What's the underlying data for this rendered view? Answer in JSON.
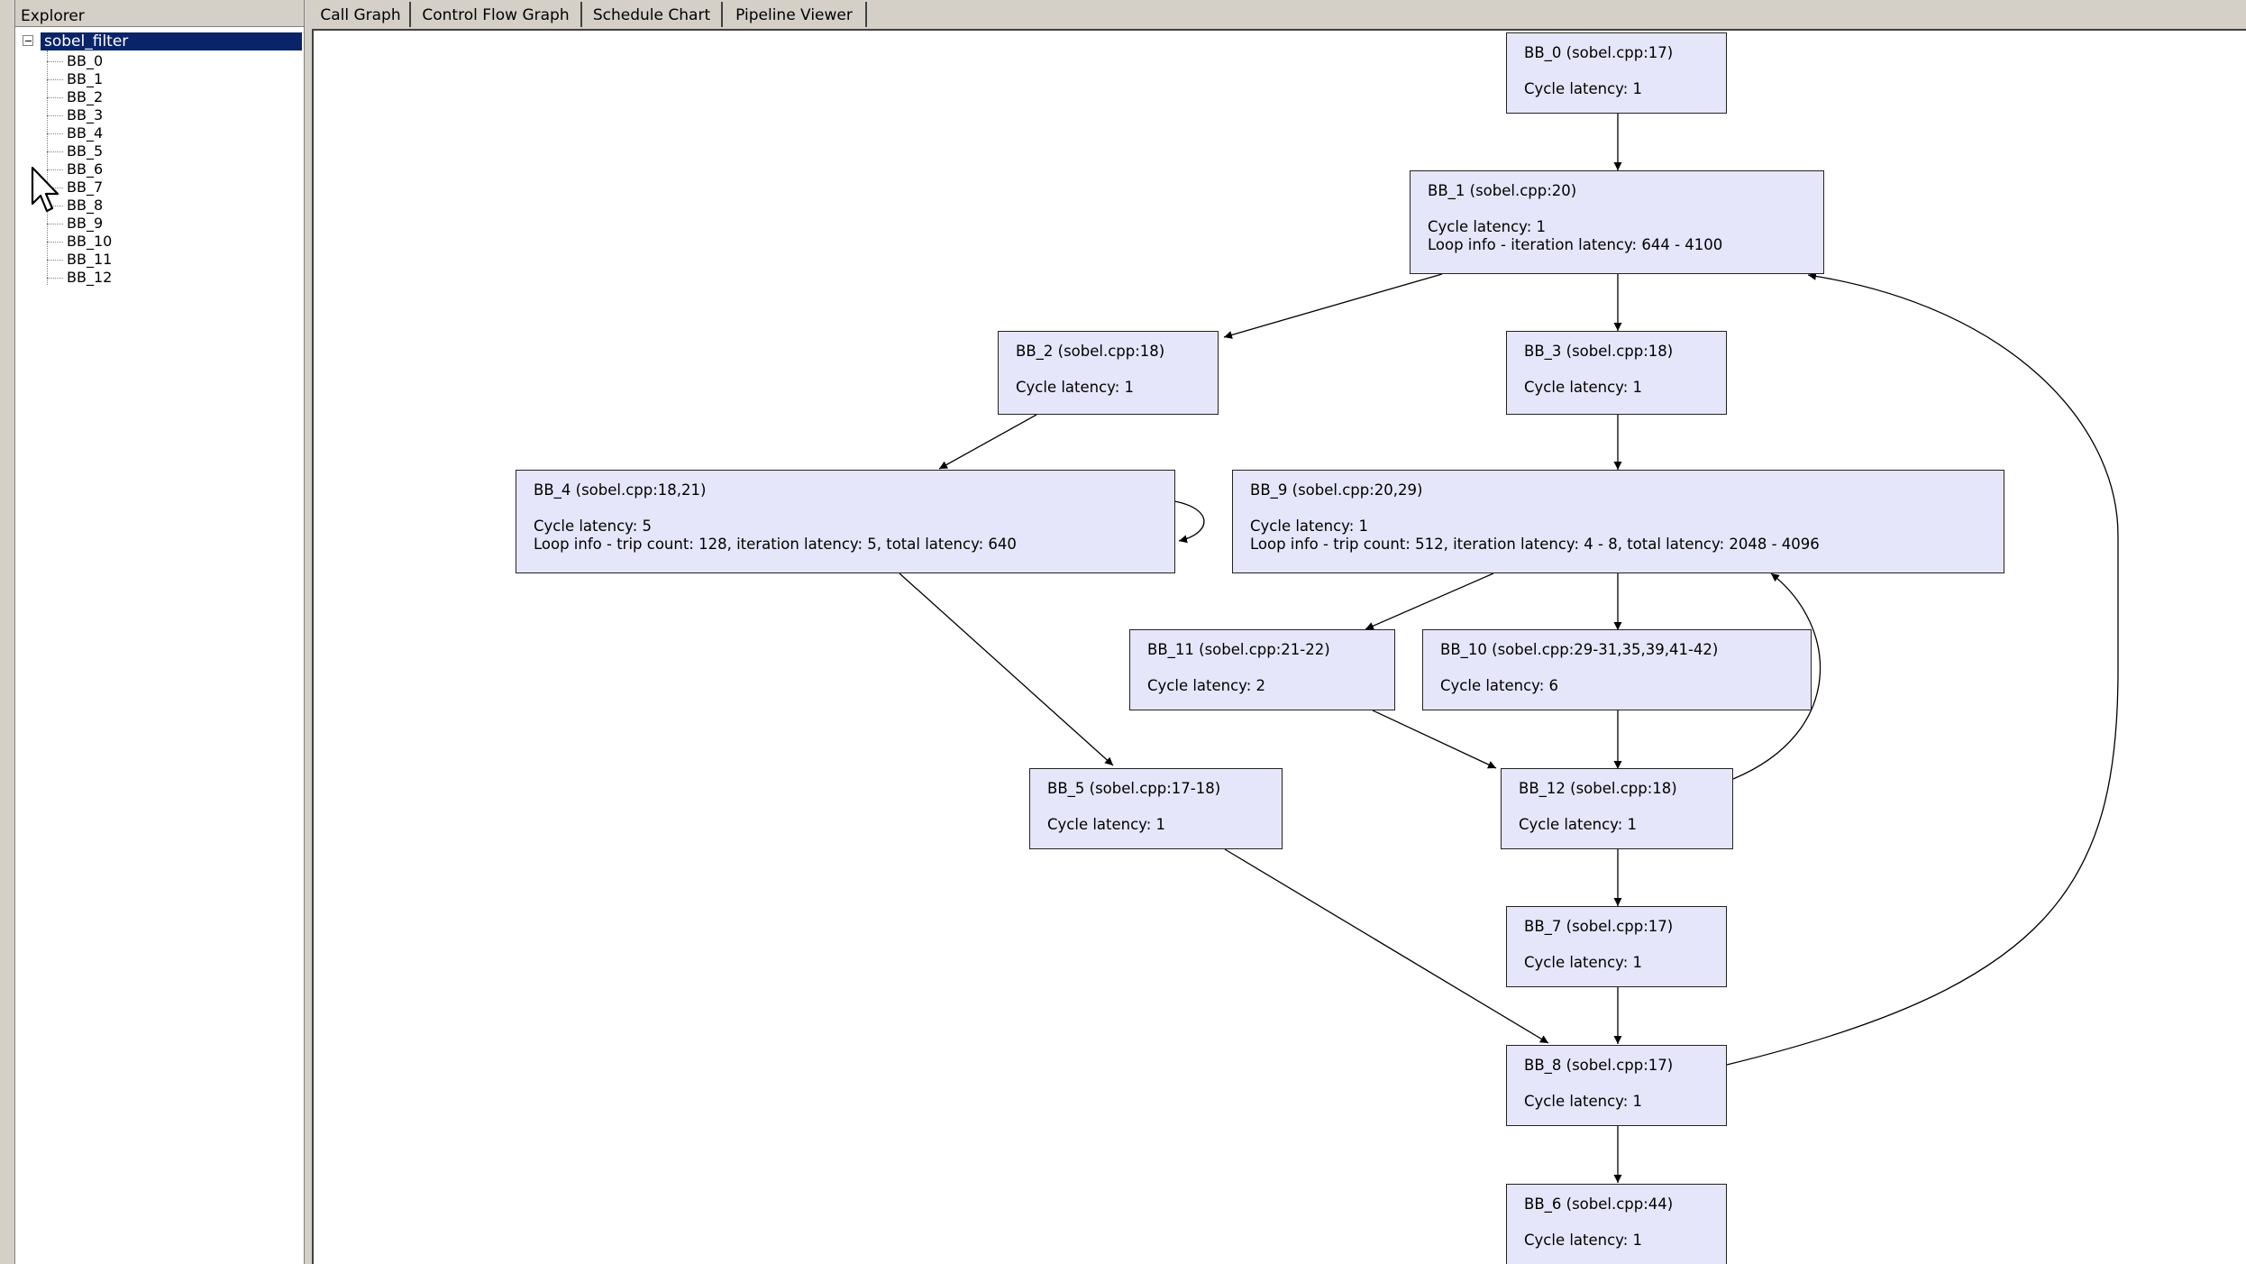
{
  "explorer": {
    "title": "Explorer",
    "root": "sobel_filter",
    "items": [
      "BB_0",
      "BB_1",
      "BB_2",
      "BB_3",
      "BB_4",
      "BB_5",
      "BB_6",
      "BB_7",
      "BB_8",
      "BB_9",
      "BB_10",
      "BB_11",
      "BB_12"
    ]
  },
  "tabs": [
    {
      "label": "Call Graph",
      "active": false
    },
    {
      "label": "Control Flow Graph",
      "active": true
    },
    {
      "label": "Schedule Chart",
      "active": false
    },
    {
      "label": "Pipeline Viewer",
      "active": false
    }
  ],
  "colors": {
    "node_fill": "#e6e6fa",
    "selection": "#0a246a",
    "chrome": "#d4d0c8"
  },
  "nodes": {
    "bb0": {
      "title": "BB_0 (sobel.cpp:17)",
      "lines": [
        "Cycle latency: 1"
      ]
    },
    "bb1": {
      "title": "BB_1 (sobel.cpp:20)",
      "lines": [
        "Cycle latency: 1",
        "Loop info - iteration latency: 644 - 4100"
      ]
    },
    "bb2": {
      "title": "BB_2 (sobel.cpp:18)",
      "lines": [
        "Cycle latency: 1"
      ]
    },
    "bb3": {
      "title": "BB_3 (sobel.cpp:18)",
      "lines": [
        "Cycle latency: 1"
      ]
    },
    "bb4": {
      "title": "BB_4 (sobel.cpp:18,21)",
      "lines": [
        "Cycle latency: 5",
        "Loop info - trip count: 128, iteration latency: 5, total latency: 640"
      ]
    },
    "bb9": {
      "title": "BB_9 (sobel.cpp:20,29)",
      "lines": [
        "Cycle latency: 1",
        "Loop info - trip count: 512, iteration latency: 4 - 8, total latency: 2048 - 4096"
      ]
    },
    "bb11": {
      "title": "BB_11 (sobel.cpp:21-22)",
      "lines": [
        "Cycle latency: 2"
      ]
    },
    "bb10": {
      "title": "BB_10 (sobel.cpp:29-31,35,39,41-42)",
      "lines": [
        "Cycle latency: 6"
      ]
    },
    "bb5": {
      "title": "BB_5 (sobel.cpp:17-18)",
      "lines": [
        "Cycle latency: 1"
      ]
    },
    "bb12": {
      "title": "BB_12 (sobel.cpp:18)",
      "lines": [
        "Cycle latency: 1"
      ]
    },
    "bb7": {
      "title": "BB_7 (sobel.cpp:17)",
      "lines": [
        "Cycle latency: 1"
      ]
    },
    "bb8": {
      "title": "BB_8 (sobel.cpp:17)",
      "lines": [
        "Cycle latency: 1"
      ]
    },
    "bb6": {
      "title": "BB_6 (sobel.cpp:44)",
      "lines": [
        "Cycle latency: 1"
      ]
    }
  }
}
